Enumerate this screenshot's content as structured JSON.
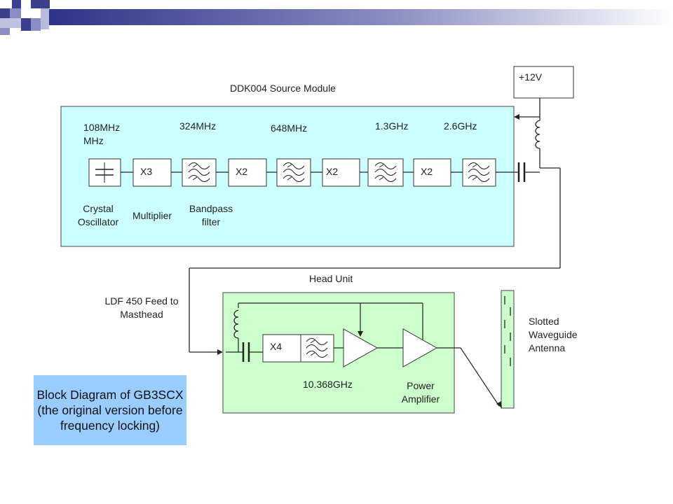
{
  "modules": {
    "source": "DDK004 Source Module",
    "head": "Head Unit",
    "supply": "+12V"
  },
  "frequencies": {
    "f1": "108MHz\nMHz",
    "f2": "324MHz",
    "f3": "648MHz",
    "f4": "1.3GHz",
    "f5": "2.6GHz",
    "f6": "10.368GHz"
  },
  "multipliers": [
    "X3",
    "X2",
    "X2",
    "X2",
    "X4"
  ],
  "components": {
    "oscillator": "Crystal\nOscillator",
    "multiplier": "Multiplier",
    "bandpass": "Bandpass\nfilter",
    "amplifier": "Power\nAmplifier",
    "antenna": "Slotted\nWaveguide\nAntenna",
    "feed": "LDF 450 Feed to\nMasthead"
  },
  "caption": "Block Diagram of GB3SCX (the original version before frequency locking)",
  "colors": {
    "source_fill": "#ccffff",
    "head_fill": "#ccffcc",
    "caption_fill": "#99ccff",
    "header_dark": "#3a3f8e"
  }
}
